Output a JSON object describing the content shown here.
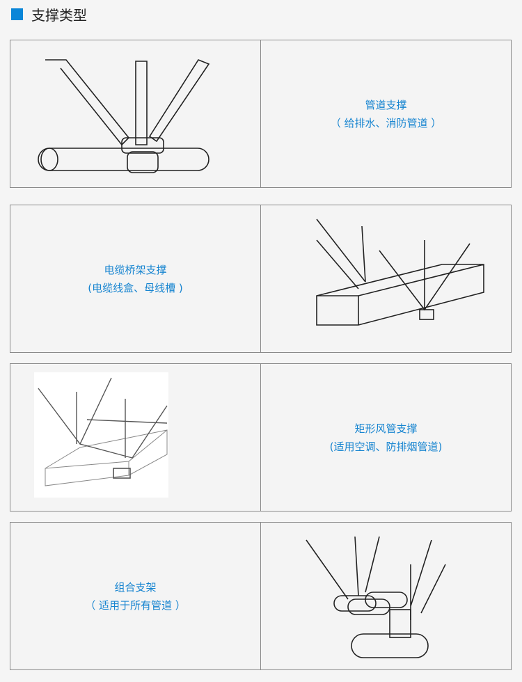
{
  "header": {
    "title": "支撑类型"
  },
  "rows": [
    {
      "title": "管道支撑",
      "subtitle": "（ 给排水、消防管道 ）",
      "icon": "pipe-support-drawing"
    },
    {
      "title": "电缆桥架支撑",
      "subtitle": "(电缆线盒、母线槽 )",
      "icon": "cable-tray-support-drawing"
    },
    {
      "title": "矩形风管支撑",
      "subtitle": "(适用空调、防排烟管道)",
      "icon": "duct-support-drawing"
    },
    {
      "title": "组合支架",
      "subtitle": "（ 适用于所有管道 ）",
      "icon": "combined-support-drawing"
    }
  ],
  "colors": {
    "accent": "#0a86d8",
    "text": "#1684d0"
  }
}
